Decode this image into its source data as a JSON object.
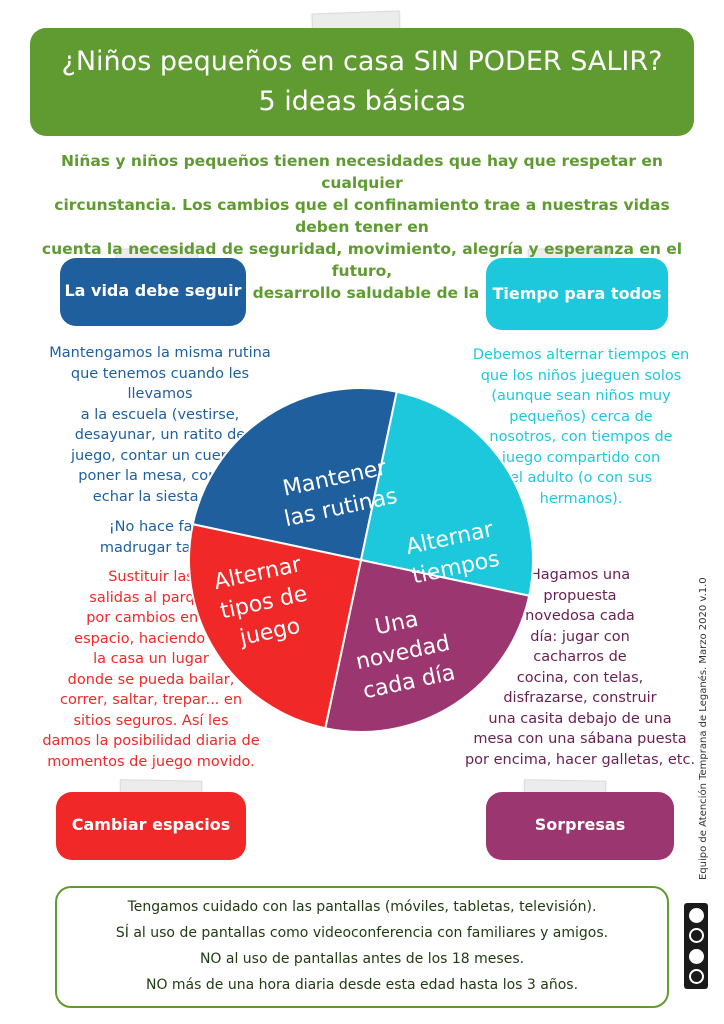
{
  "header": {
    "title_line1": "¿Niños pequeños en casa SIN  PODER SALIR?",
    "title_line2": "5 ideas básicas"
  },
  "intro": {
    "line1": "Niñas y niños pequeños tienen necesidades que hay que respetar en cualquier",
    "line2": "circunstancia. Los cambios que el confinamiento trae a nuestras vidas deben tener en",
    "line3": "cuenta la necesidad de seguridad, movimiento, alegría y esperanza en el futuro,",
    "line4": "esenciales para el desarrollo saludable de la primera infancia."
  },
  "colors": {
    "green": "#5f9b30",
    "blue": "#1f5f9e",
    "cyan": "#1ec8dc",
    "red": "#f02828",
    "purple": "#9c3670"
  },
  "sections": {
    "routine": {
      "label": "La vida debe seguir",
      "text_lines": [
        "Mantengamos la misma rutina",
        "que tenemos cuando les llevamos",
        "a la escuela (vestirse,",
        "desayunar, un ratito de",
        "juego, contar un cuento,",
        "poner la mesa, comer,",
        "echar la siesta ...)."
      ],
      "note_lines": [
        "¡No hace falta",
        "madrugar tanto!"
      ]
    },
    "time": {
      "label": "Tiempo para todos",
      "text_lines": [
        "Debemos alternar tiempos en",
        "que los niños jueguen solos",
        "(aunque sean niños muy",
        "pequeños) cerca de",
        "nosotros,  con tiempos de",
        "juego compartido con",
        "el adulto (o con sus",
        "hermanos)."
      ]
    },
    "spaces": {
      "label": "Cambiar espacios",
      "text_lines": [
        "Sustituir las",
        "salidas al parque",
        "por cambios en el",
        "espacio, haciendo de",
        "la casa un lugar",
        "donde se pueda bailar,",
        "correr, saltar, trepar... en",
        "sitios seguros. Así les",
        "damos la posibilidad diaria de",
        "momentos de juego movido."
      ]
    },
    "surprises": {
      "label": "Sorpresas",
      "text_lines": [
        "Hagamos una",
        "propuesta",
        "novedosa cada",
        "día: jugar con",
        "cacharros de",
        "cocina, con telas,",
        "disfrazarse, construir",
        "una casita debajo de una",
        "mesa con una sábana puesta",
        "por encima, hacer galletas, etc."
      ]
    }
  },
  "pie": {
    "slices": [
      {
        "lines": [
          "Mantener",
          "las rutinas"
        ],
        "color": "#1f5f9e"
      },
      {
        "lines": [
          "Alternar",
          "tiempos"
        ],
        "color": "#1ec8dc"
      },
      {
        "lines": [
          "Una",
          "novedad",
          "cada día"
        ],
        "color": "#9c3670"
      },
      {
        "lines": [
          "Alternar",
          "tipos de",
          "juego"
        ],
        "color": "#f02828"
      }
    ]
  },
  "footer": {
    "line1": "Tengamos cuidado con las pantallas (móviles, tabletas, televisión).",
    "line2": "SÍ al uso de pantallas como videoconferencia con familiares y amigos.",
    "line3": "NO al uso de pantallas antes de los 18 meses.",
    "line4": "NO más de una hora diaria desde esta edad hasta los 3 años."
  },
  "credit": "Equipo de Atención Temprana de Leganés. Marzo 2020 v.1.0",
  "license": {
    "icons": [
      "cc-icon",
      "by-icon",
      "nc-icon",
      "sa-icon"
    ],
    "text": "CC BY NC SA"
  }
}
